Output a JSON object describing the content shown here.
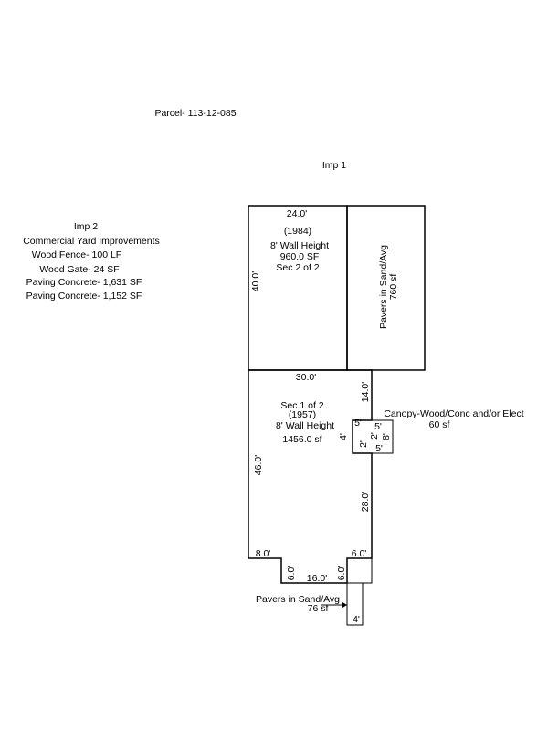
{
  "parcel": "Parcel- 113-12-085",
  "imp1_title": "Imp 1",
  "imp2": {
    "title": "Imp 2",
    "lines": [
      "Commercial Yard Improvements",
      "Wood Fence-  100 LF",
      "Wood Gate-  24 SF",
      "Paving Concrete-  1,631  SF",
      "Paving Concrete-  1,152  SF"
    ]
  },
  "sec2": {
    "width_dim": "24.0'",
    "height_dim": "40.0'",
    "year": "(1984)",
    "wall": "8' Wall Height",
    "area": "960.0 SF",
    "section": "Sec 2 of 2"
  },
  "pavers_large": {
    "label": "Pavers in Sand/Avg",
    "area": "760 sf"
  },
  "sec1": {
    "top_dim": "30.0'",
    "section": "Sec 1 of 2",
    "year": "(1957)",
    "wall": "8' Wall Height",
    "area": "1456.0 sf",
    "left_dim": "46.0'",
    "right_upper_dim": "14.0'",
    "right_lower_dim": "28.0'",
    "bottom_left_dim": "8.0'",
    "bottom_right_dim": "6.0'",
    "notch_left_dim": "6.0'",
    "notch_bottom_dim": "16.0'",
    "notch_right_dim": "6.0'"
  },
  "canopy": {
    "label": "Canopy-Wood/Conc and/or Elect",
    "area": "60 sf",
    "dim_top_outer": "5'",
    "dim_top_inner": "5'",
    "dim_left": "4'",
    "dim_inner_vert": "2'",
    "dim_right": "8'",
    "dim_bottom_outer": "5'",
    "dim_bottom_inner": "2'"
  },
  "pavers_small": {
    "label": "Pavers in Sand/Avg",
    "area": "76 sf",
    "dim": "4'"
  }
}
